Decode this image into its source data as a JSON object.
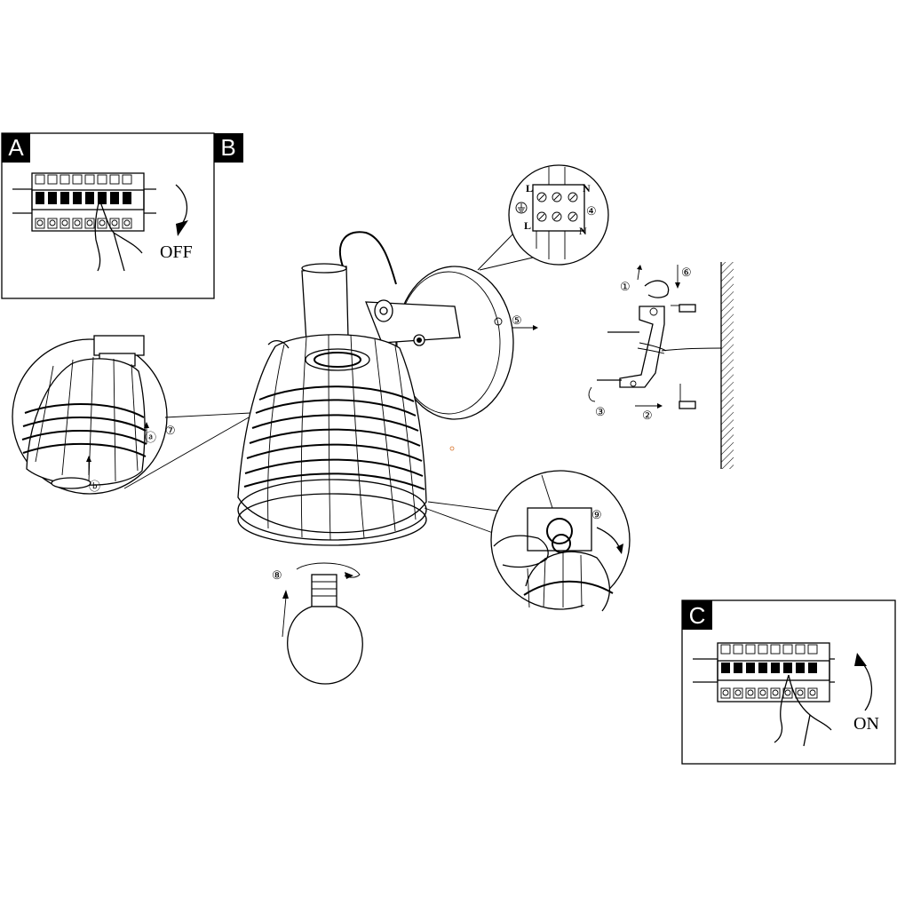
{
  "panels": {
    "a": {
      "letter": "A",
      "action": "OFF"
    },
    "b": {
      "letter": "B"
    },
    "c": {
      "letter": "C",
      "action": "ON"
    }
  },
  "wiring": {
    "top_left": "L",
    "top_right": "N",
    "bottom_left": "L",
    "bottom_right": "N"
  },
  "steps": {
    "s1": "①",
    "s2": "②",
    "s3": "③",
    "s4": "④",
    "s5": "⑤",
    "s6": "⑥",
    "s7": "⑦",
    "s8": "⑧",
    "s9": "⑨",
    "sa": "ⓐ",
    "sb": "ⓑ"
  }
}
